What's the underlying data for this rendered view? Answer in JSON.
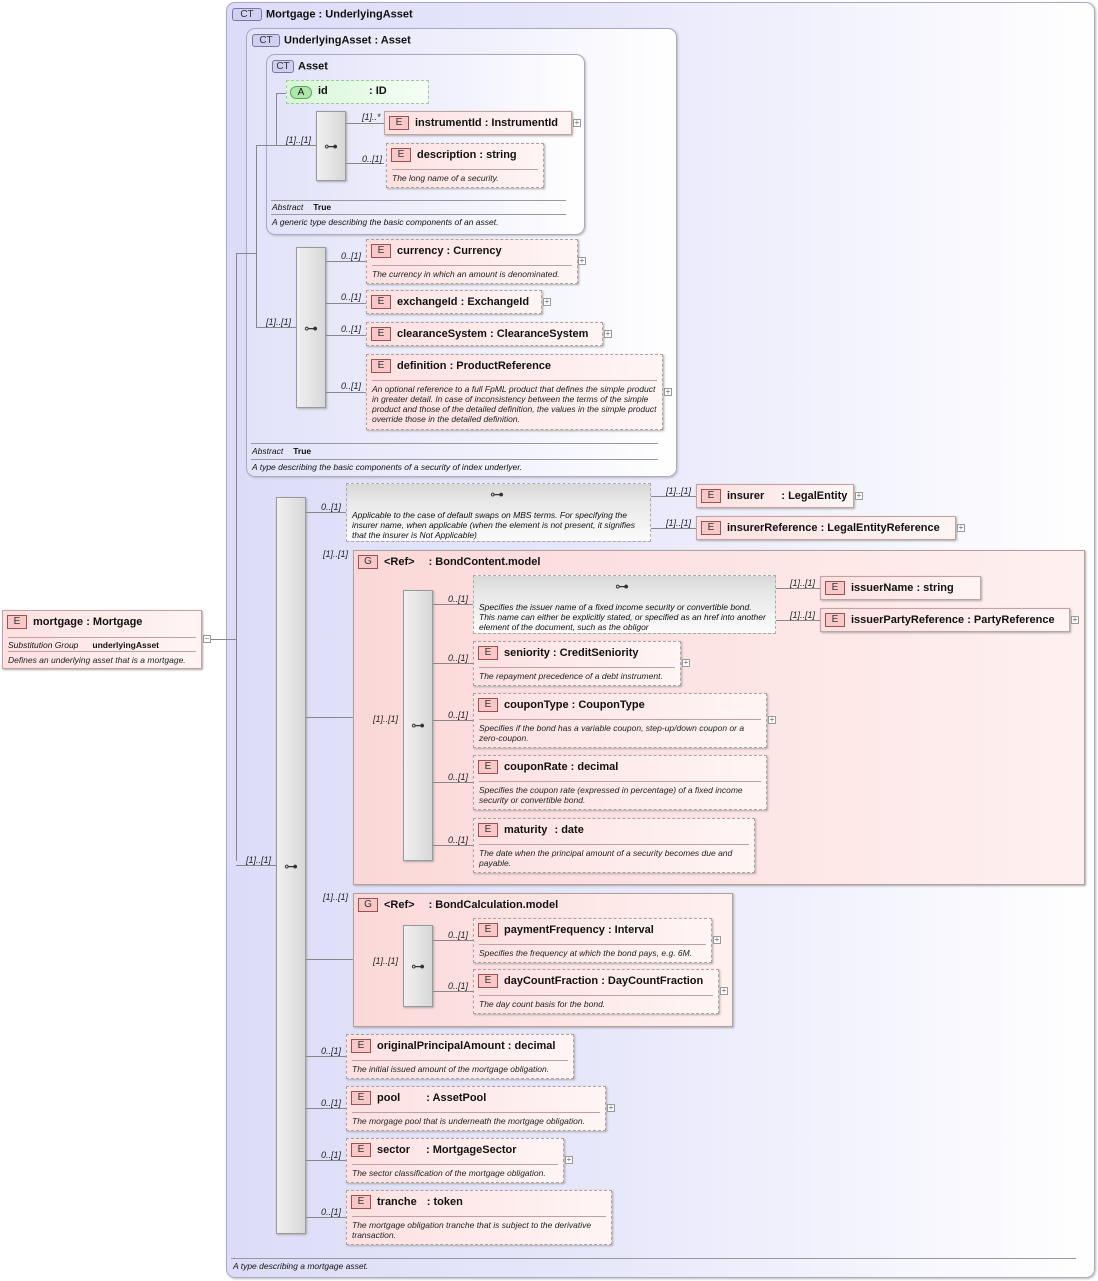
{
  "root_element": {
    "badge": "E",
    "name": "mortgage",
    "type": ": Mortgage",
    "subst_key": "Substitution Group",
    "subst_value": "underlyingAsset",
    "doc": "Defines an underlying asset that is a mortgage."
  },
  "ct_mortgage": {
    "badge": "CT",
    "title": "Mortgage : UnderlyingAsset",
    "doc": "A type describing a mortgage asset."
  },
  "ct_underlying": {
    "badge": "CT",
    "title": "UnderlyingAsset : Asset",
    "abstract_key": "Abstract",
    "abstract_value": "True",
    "doc": "A type describing the basic components of a security of index underlyer."
  },
  "ct_asset": {
    "badge": "CT",
    "title": "Asset",
    "attr_badge": "A",
    "attr_name": "id",
    "attr_type": ": ID",
    "abstract_key": "Abstract",
    "abstract_value": "True",
    "doc": "A generic type describing the basic components of an asset.",
    "seq_card": "[1]..[1]",
    "elements": [
      {
        "name": "instrumentId",
        "type": ": InstrumentId",
        "card": "[1]..*",
        "doc": ""
      },
      {
        "name": "description",
        "type": ": string",
        "card": "0..[1]",
        "doc": "The long name of a security."
      }
    ]
  },
  "underlying_seq": {
    "card": "[1]..[1]",
    "elements": [
      {
        "name": "currency",
        "type": ": Currency",
        "card": "0..[1]",
        "doc": "The currency in which an amount is denominated."
      },
      {
        "name": "exchangeId",
        "type": ": ExchangeId",
        "card": "0..[1]",
        "doc": ""
      },
      {
        "name": "clearanceSystem",
        "type": ": ClearanceSystem",
        "card": "0..[1]",
        "doc": ""
      },
      {
        "name": "definition",
        "type": ": ProductReference",
        "card": "0..[1]",
        "doc": "An optional reference to a full FpML product that defines the simple product in greater detail. In case of inconsistency between the terms of the simple product and those of the detailed definition, the values in the simple product override those in the detailed definition."
      }
    ]
  },
  "mortgage_seq": {
    "card": "[1]..[1]",
    "insurer_choice": {
      "card": "0..[1]",
      "doc": "Applicable to the case of default swaps on MBS terms. For specifying the insurer name, when applicable (when the element is not present, it signifies that the insurer is Not Applicable)",
      "elements": [
        {
          "name": "insurer",
          "type": ": LegalEntity",
          "card": "[1]..[1]"
        },
        {
          "name": "insurerReference",
          "type": ": LegalEntityReference",
          "card": "[1]..[1]"
        }
      ]
    },
    "bond_content": {
      "badge": "G",
      "ref": "<Ref>",
      "type": ": BondContent.model",
      "card": "[1]..[1]",
      "seq_card": "[1]..[1]",
      "issuer_choice": {
        "card": "0..[1]",
        "doc": "Specifies the issuer name of a fixed income security or convertible bond. This name can either be explicitly stated, or specified as an href into another element of the document, such as the obligor",
        "elements": [
          {
            "name": "issuerName",
            "type": ": string",
            "card": "[1]..[1]"
          },
          {
            "name": "issuerPartyReference",
            "type": ": PartyReference",
            "card": "[1]..[1]"
          }
        ]
      },
      "elements": [
        {
          "name": "seniority",
          "type": ": CreditSeniority",
          "card": "0..[1]",
          "doc": "The repayment precedence of a debt instrument."
        },
        {
          "name": "couponType",
          "type": ": CouponType",
          "card": "0..[1]",
          "doc": "Specifies if the bond has a variable coupon, step-up/down coupon or a zero-coupon."
        },
        {
          "name": "couponRate",
          "type": ": decimal",
          "card": "0..[1]",
          "doc": "Specifies the coupon rate (expressed in percentage) of a fixed income security or convertible bond."
        },
        {
          "name": "maturity",
          "type": ": date",
          "card": "0..[1]",
          "doc": "The date when the principal amount of a security becomes due and payable."
        }
      ]
    },
    "bond_calc": {
      "badge": "G",
      "ref": "<Ref>",
      "type": ": BondCalculation.model",
      "card": "[1]..[1]",
      "seq_card": "[1]..[1]",
      "elements": [
        {
          "name": "paymentFrequency",
          "type": ": Interval",
          "card": "0..[1]",
          "doc": "Specifies the frequency at which the bond pays, e.g. 6M."
        },
        {
          "name": "dayCountFraction",
          "type": ": DayCountFraction",
          "card": "0..[1]",
          "doc": "The day count basis for the bond."
        }
      ]
    },
    "elements": [
      {
        "name": "originalPrincipalAmount",
        "type": ": decimal",
        "card": "0..[1]",
        "doc": "The initial issued amount of the mortgage obligation."
      },
      {
        "name": "pool",
        "type": ": AssetPool",
        "card": "0..[1]",
        "doc": "The morgage pool that is underneath the mortgage obligation."
      },
      {
        "name": "sector",
        "type": ": MortgageSector",
        "card": "0..[1]",
        "doc": "The sector classification of the mortgage obligation."
      },
      {
        "name": "tranche",
        "type": ": token",
        "card": "0..[1]",
        "doc": "The mortgage obligation tranche that is subject to the derivative transaction."
      }
    ]
  },
  "labels": {
    "elem_badge": "E",
    "plus": "+",
    "minus": "−",
    "seq_icon": "⊶"
  }
}
